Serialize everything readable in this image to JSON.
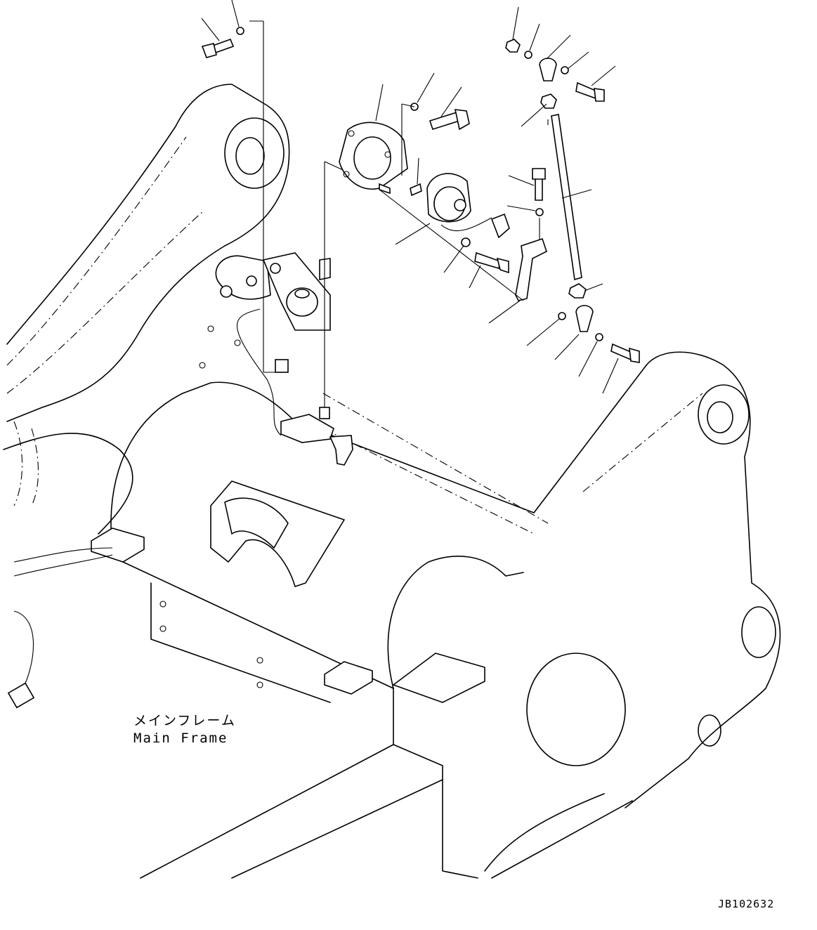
{
  "labels": {
    "frame_jp": "メインフレーム",
    "frame_en": "Main Frame"
  },
  "document_code": "JB102632",
  "colors": {
    "line": "#000000",
    "background": "#ffffff"
  }
}
